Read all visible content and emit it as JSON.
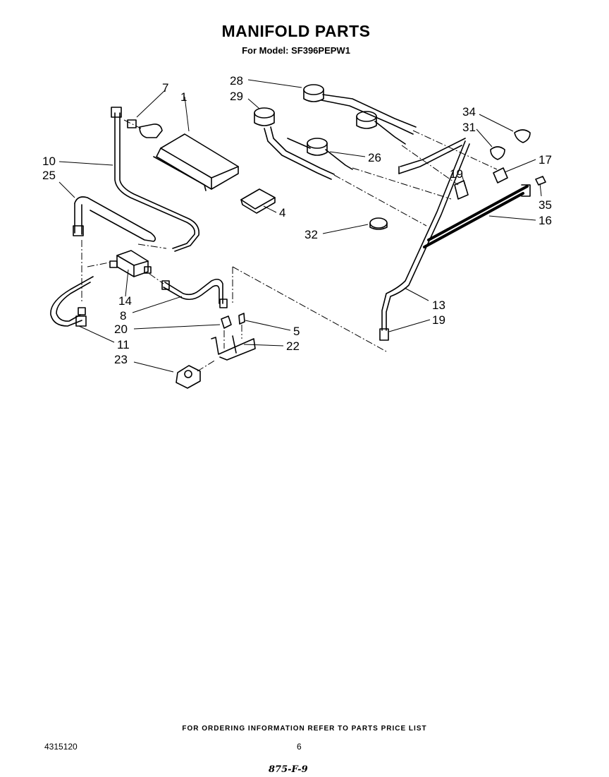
{
  "header": {
    "title": "MANIFOLD PARTS",
    "subtitle": "For Model: SF396PEPW1"
  },
  "callouts": {
    "c28": "28",
    "c29": "29",
    "c7": "7",
    "c1": "1",
    "c34": "34",
    "c31": "31",
    "c17": "17",
    "c10": "10",
    "c25": "25",
    "c19a": "19",
    "c26": "26",
    "c35": "35",
    "c4": "4",
    "c16": "16",
    "c32": "32",
    "c14": "14",
    "c13": "13",
    "c8": "8",
    "c19b": "19",
    "c20": "20",
    "c5": "5",
    "c22": "22",
    "c11": "11",
    "c23": "23"
  },
  "footer": {
    "ordering_note": "FOR ORDERING INFORMATION REFER TO PARTS PRICE LIST",
    "doc_number": "4315120",
    "page_number": "6",
    "handwritten_note": "875-F-9"
  }
}
